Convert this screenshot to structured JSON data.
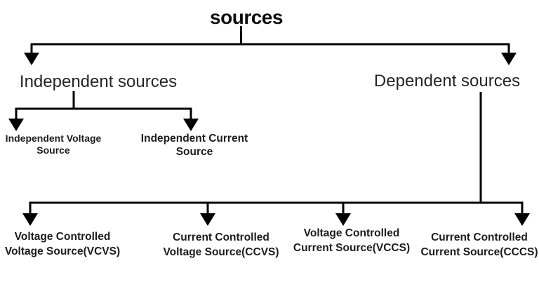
{
  "nodes": {
    "root": {
      "label": "sources"
    },
    "independent": {
      "label": "Independent sources"
    },
    "dependent": {
      "label": "Dependent sources"
    },
    "ivs": {
      "line1": "Independent Voltage",
      "line2": "Source"
    },
    "ics": {
      "line1": "Independent Current",
      "line2": "Source"
    },
    "vcvs": {
      "line1": "Voltage Controlled",
      "line2": "Voltage Source(VCVS)"
    },
    "ccvs": {
      "line1": "Current Controlled",
      "line2": "Voltage Source(CCVS)"
    },
    "vccs": {
      "line1": "Voltage Controlled",
      "line2": "Current Source(VCCS)"
    },
    "cccs": {
      "line1": "Current Controlled",
      "line2": "Current Source(CCCS)"
    }
  },
  "colors": {
    "line": "#000000",
    "title_text": "#0d0d0d",
    "level1_text": "#262626",
    "leaf_text": "#1c1c1c",
    "background": "#ffffff"
  }
}
